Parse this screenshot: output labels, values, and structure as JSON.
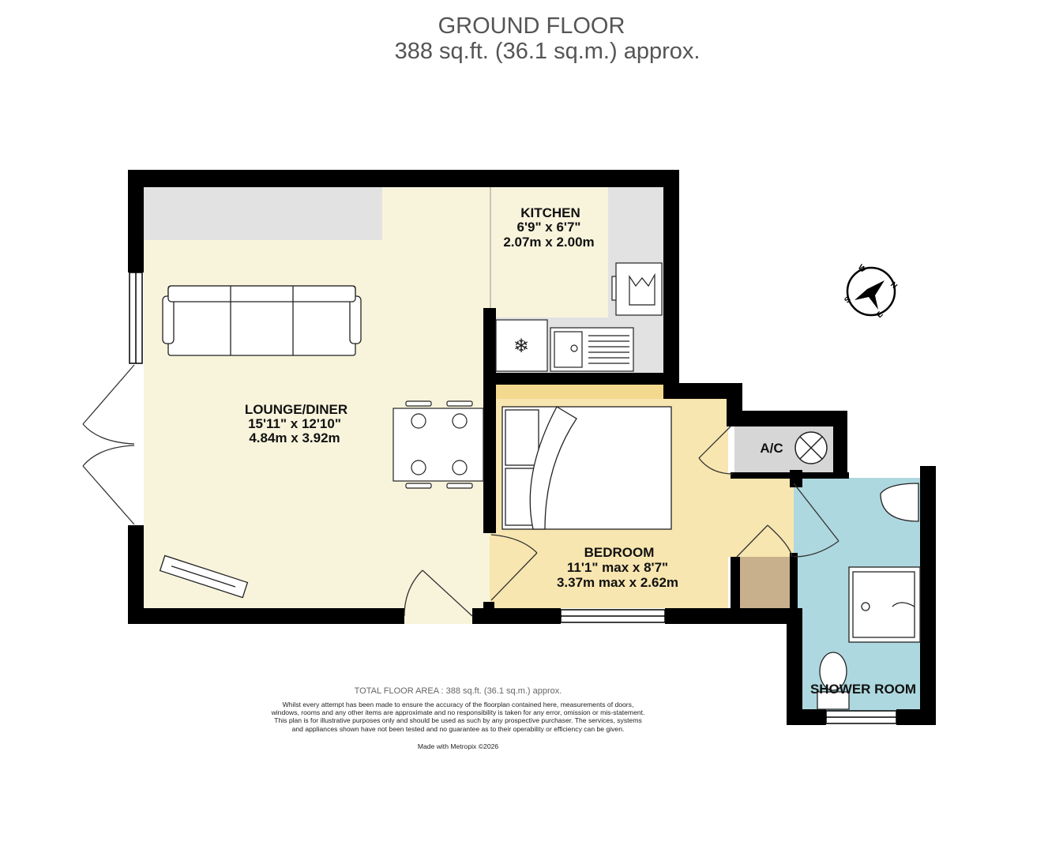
{
  "header": {
    "floor": "GROUND FLOOR",
    "area": "388 sq.ft. (36.1 sq.m.) approx."
  },
  "rooms": [
    {
      "name": "LOUNGE/DINER",
      "imperial": "15'11\"  x 12'10\"",
      "metric": "4.84m  x 3.92m",
      "color": "#f8f4dc"
    },
    {
      "name": "KITCHEN",
      "imperial": "6'9\"  x 6'7\"",
      "metric": "2.07m  x 2.00m",
      "color": "#f8f4dc"
    },
    {
      "name": "BEDROOM",
      "imperial": "11'1\" max x 8'7\"",
      "metric": "3.37m max x 2.62m",
      "color": "#f8e6b0"
    },
    {
      "name": "SHOWER ROOM",
      "color": "#aed8df"
    },
    {
      "name": "A/C",
      "color": "#d6d6d6"
    }
  ],
  "compass": {
    "labels": [
      "N",
      "E",
      "S",
      "W"
    ]
  },
  "footer": {
    "total": "TOTAL FLOOR AREA : 388 sq.ft. (36.1 sq.m.) approx.",
    "disclaimer": "Whilst every attempt has been made to ensure the accuracy of the floorplan contained here, measurements of doors, windows, rooms and any other items are approximate and no responsibility is taken for any error, omission or mis-statement. This plan is for illustrative purposes only and should be used as such by any prospective purchaser. The services, systems and appliances shown have not been tested and no guarantee as to their operability or efficiency can be given.",
    "credit": "Made with Metropix ©2026"
  }
}
